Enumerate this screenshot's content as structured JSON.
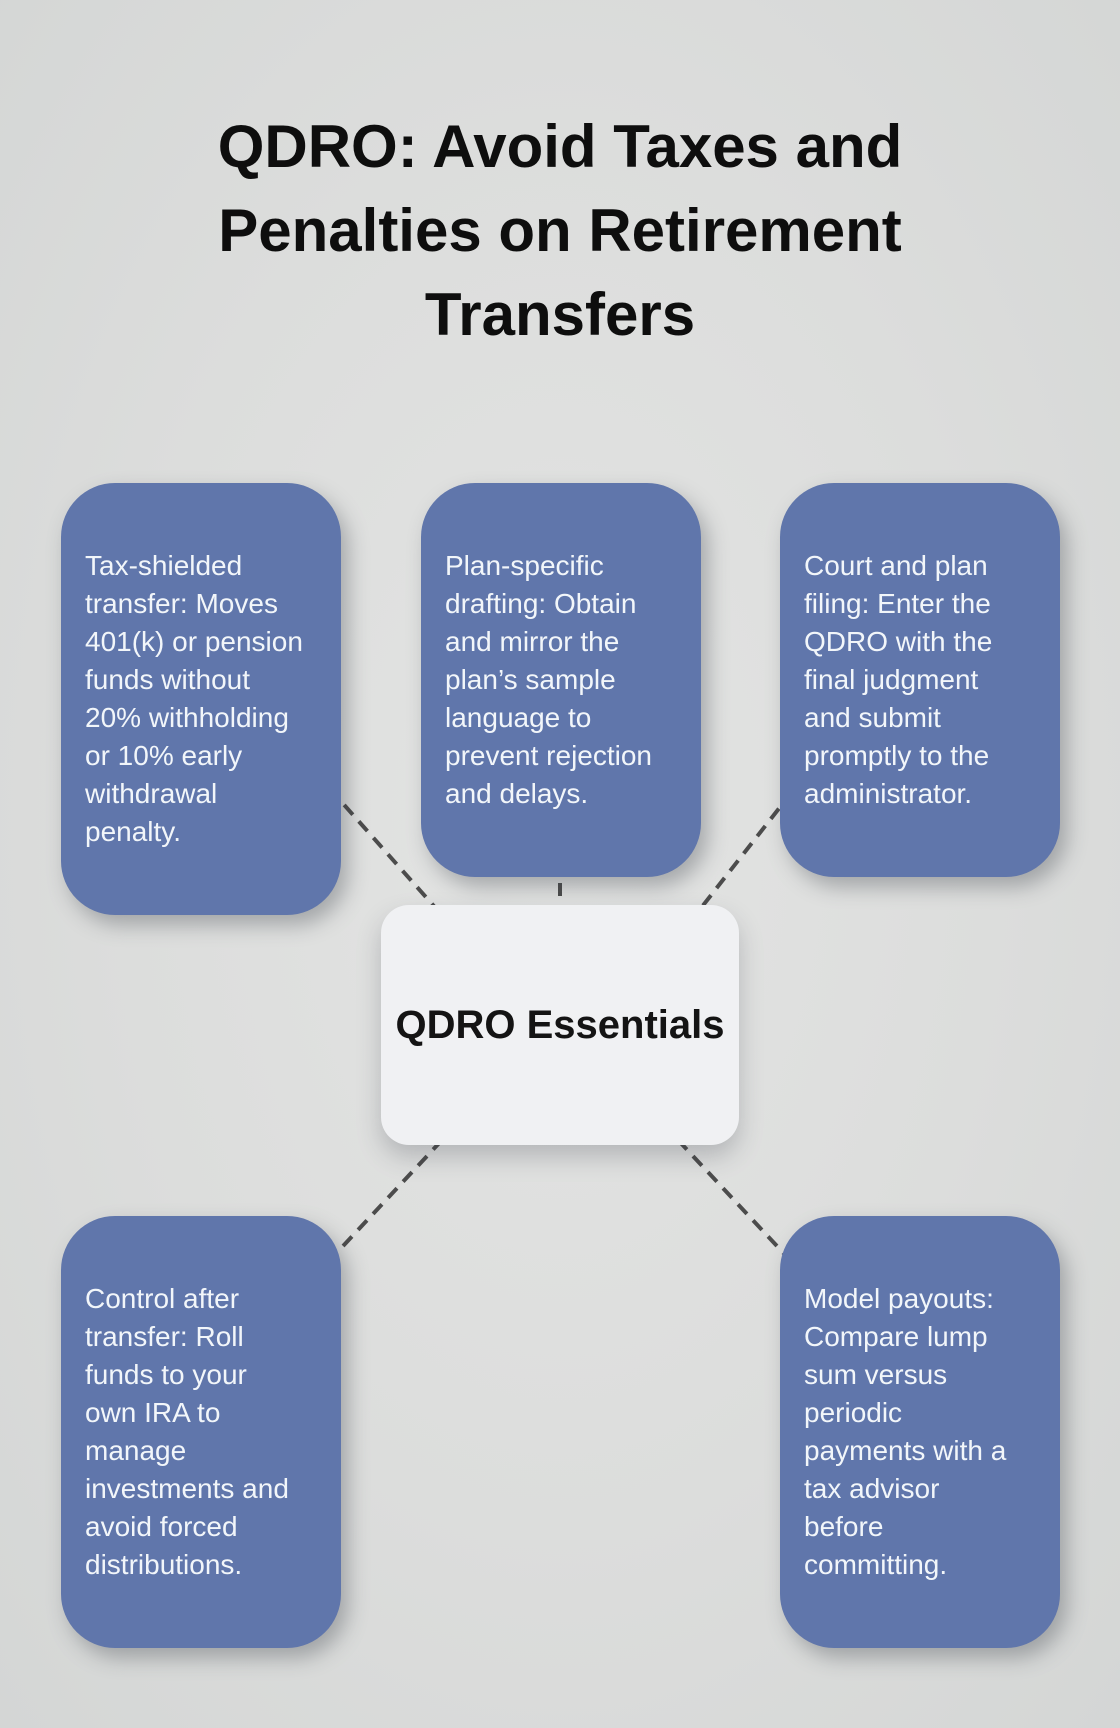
{
  "title": "QDRO: Avoid Taxes and\nPenalties on Retirement\nTransfers",
  "center": {
    "label": "QDRO Essentials"
  },
  "nodes": [
    {
      "id": "tax-shielded-transfer",
      "text": "Tax-shielded\ntransfer: Moves\n401(k) or pension\nfunds without\n20% withholding\nor 10% early\nwithdrawal\npenalty."
    },
    {
      "id": "plan-specific-drafting",
      "text": "Plan-specific\ndrafting: Obtain\nand mirror the\nplan’s sample\nlanguage to\nprevent rejection\nand delays."
    },
    {
      "id": "court-and-plan-filing",
      "text": "Court and plan\nfiling: Enter the\nQDRO with the\nfinal judgment\nand submit\npromptly to the\nadministrator."
    },
    {
      "id": "control-after-transfer",
      "text": "Control after\ntransfer: Roll\nfunds to your\nown IRA to\nmanage\ninvestments and\navoid forced\ndistributions."
    },
    {
      "id": "model-payouts",
      "text": "Model payouts:\nCompare lump\nsum versus\nperiodic\npayments with a\ntax advisor\nbefore\ncommitting."
    }
  ],
  "colors": {
    "node_bg": "#6076ab",
    "node_text": "#f2f6fa",
    "center_bg": "#f0f1f3",
    "center_text": "#141414",
    "background": "#dcdddc",
    "connector": "#4c4c4c",
    "title": "#0e0e0e"
  }
}
